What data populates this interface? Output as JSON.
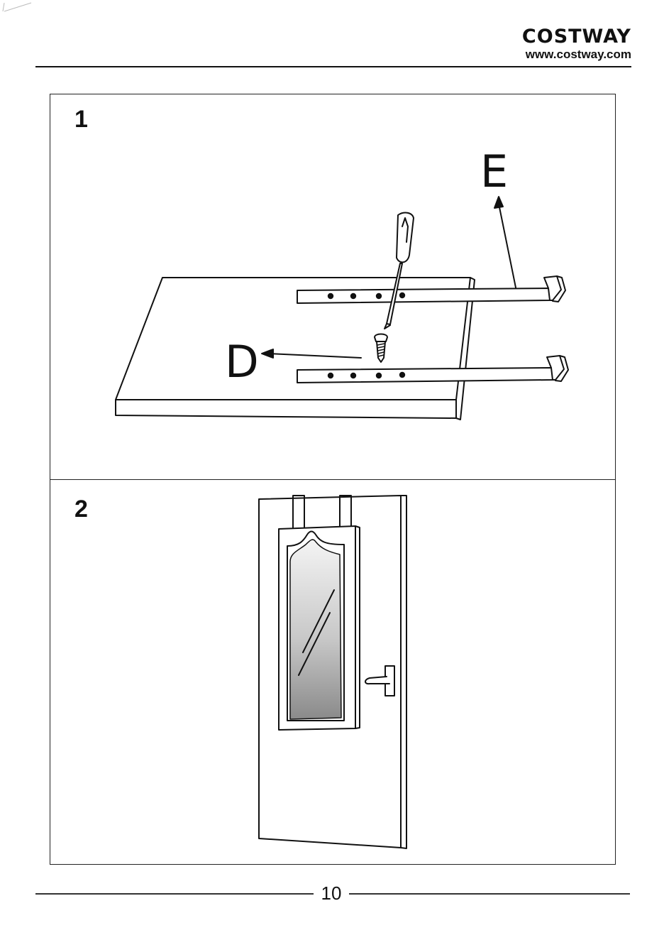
{
  "header": {
    "brand": "COSTWAY",
    "url": "www.costway.com"
  },
  "steps": [
    {
      "number": "1",
      "labels": {
        "hook": "E",
        "screw": "D"
      },
      "icons": [
        "screwdriver-icon",
        "screw-icon",
        "hook-bracket-icon",
        "panel-icon"
      ]
    },
    {
      "number": "2",
      "icons": [
        "door-icon",
        "mirror-cabinet-icon",
        "door-handle-icon"
      ]
    }
  ],
  "footer": {
    "page_number": "10"
  },
  "colors": {
    "ink": "#111111",
    "paper": "#ffffff",
    "mirror_light": "#f2f2f2",
    "mirror_dark": "#8c8c8c"
  }
}
